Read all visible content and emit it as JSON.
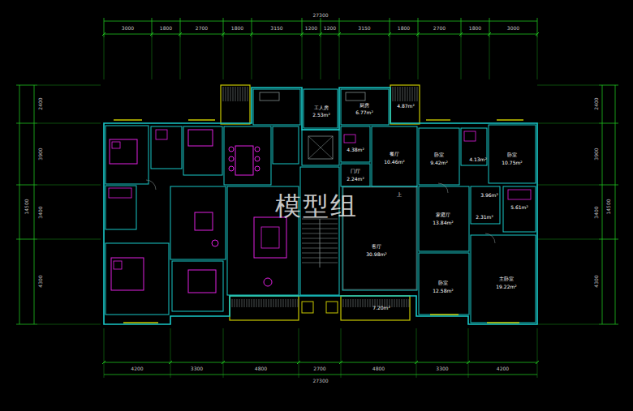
{
  "diagram": {
    "labels": [
      "27300",
      "3000",
      "1800",
      "2700",
      "1800",
      "3150",
      "1200",
      "1200",
      "3150",
      "1800",
      "2700",
      "1800",
      "3000",
      "2400",
      "3900",
      "14500",
      "3400",
      "4300",
      "2400",
      "3900",
      "14500",
      "3400",
      "4300",
      "工人房",
      "2.53m²",
      "厨房",
      "6.77m²",
      "4.87m²",
      "4.38m²",
      "餐厅",
      "10.46m²",
      "门厅",
      "2.24m²",
      "卧室",
      "9.42m²",
      "4.13m²",
      "卧室",
      "10.75m²",
      "3.96m²",
      "上",
      "家庭厅",
      "13.84m²",
      "2.31m²",
      "5.61m²",
      "客厅",
      "30.98m²",
      "卧室",
      "12.58m²",
      "主卧室",
      "19.22m²",
      "7.20m²",
      "4200",
      "3300",
      "4800",
      "2700",
      "4800",
      "3300",
      "4200",
      "27300",
      "模型组"
    ]
  }
}
